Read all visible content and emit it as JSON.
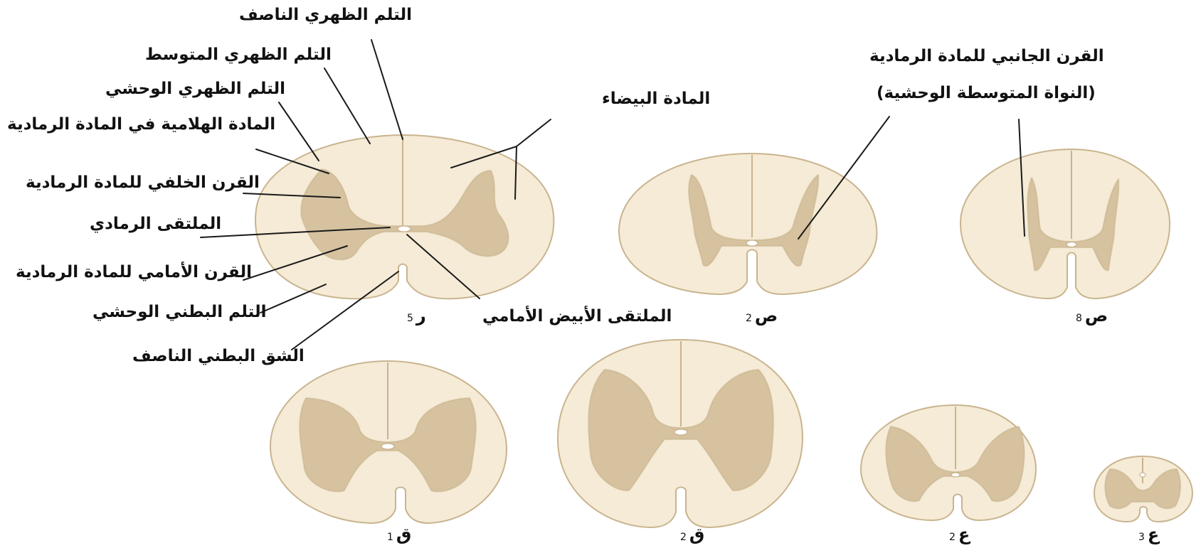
{
  "labels": {
    "dorsal_median_sulcus": "التلم الظهري الناصف",
    "dorsal_intermediate_sulcus": "التلم الظهري المتوسط",
    "dorsolateral_sulcus": "التلم الظهري الوحشي",
    "substantia_gelatinosa": "المادة الهلامية في المادة الرمادية",
    "posterior_horn": "القرن الخلفي للمادة الرمادية",
    "gray_commissure": "الملتقى الرمادي",
    "anterior_horn": "القرن الأمامي للمادة الرمادية",
    "ventrolateral_sulcus": "التلم البطني الوحشي",
    "ventral_median_fissure": "الشق البطني الناصف",
    "anterior_white_commissure": "الملتقى الأبيض الأمامي",
    "white_matter": "المادة البيضاء",
    "lateral_horn_line1": "القرن الجانبي للمادة الرمادية",
    "lateral_horn_line2": "(النواة المتوسطة الوحشية)"
  },
  "captions": {
    "c5": {
      "letter": "ر",
      "num": "5"
    },
    "t2": {
      "letter": "ص",
      "num": "2"
    },
    "t8": {
      "letter": "ص",
      "num": "8"
    },
    "l1": {
      "letter": "ق",
      "num": "1"
    },
    "l2": {
      "letter": "ق",
      "num": "2"
    },
    "s2": {
      "letter": "ع",
      "num": "2"
    },
    "s3": {
      "letter": "ع",
      "num": "3"
    }
  },
  "colors": {
    "white_matter": "#f5ebd6",
    "gray_matter": "#d6c29f",
    "outline": "#c9b48f",
    "canal": "#ffffff",
    "leader_line": "#1a1a1a"
  }
}
